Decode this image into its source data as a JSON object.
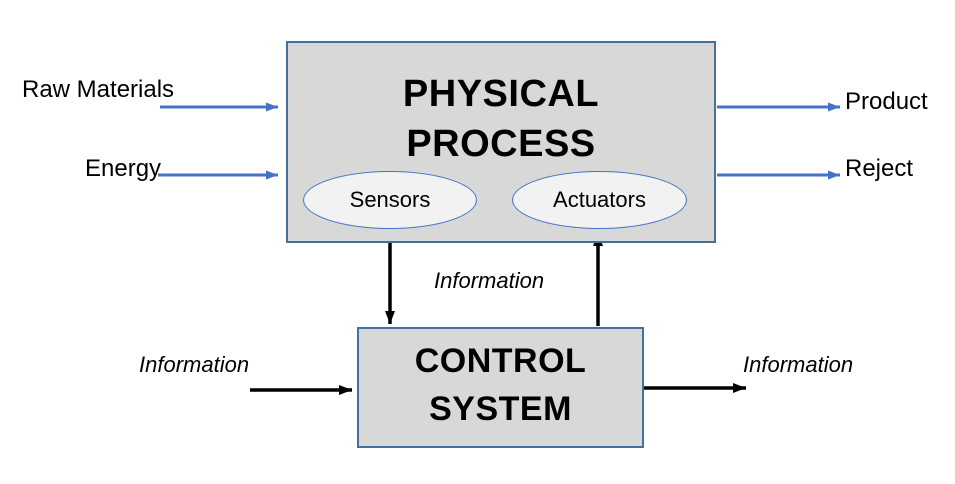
{
  "diagram": {
    "physical_process": {
      "title_lines": [
        "PHYSICAL",
        "PROCESS"
      ],
      "sensors_label": "Sensors",
      "actuators_label": "Actuators"
    },
    "control_system": {
      "title_lines": [
        "CONTROL",
        "SYSTEM"
      ]
    },
    "inputs": [
      {
        "label": "Raw Materials"
      },
      {
        "label": "Energy"
      }
    ],
    "outputs": [
      {
        "label": "Product"
      },
      {
        "label": "Reject"
      }
    ],
    "information_labels": {
      "center": "Information",
      "left": "Information",
      "right": "Information"
    },
    "colors": {
      "box_fill": "#d8d8d8",
      "box_border": "#41719c",
      "ellipse_fill": "#f2f2f2",
      "ellipse_border": "#4472c4",
      "flow_arrow": "#4472c4",
      "info_arrow": "#000000"
    }
  }
}
